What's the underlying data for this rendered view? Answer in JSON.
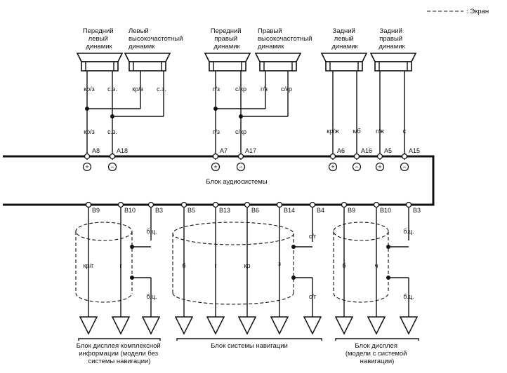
{
  "legend": {
    "line": "--------",
    "label": ": Экран"
  },
  "speakers": [
    {
      "label": [
        "Передний",
        "левый",
        "динамик"
      ]
    },
    {
      "label": [
        "Левый",
        "высокочастотный",
        "динамик"
      ]
    },
    {
      "label": [
        "Передний",
        "правый",
        "динамик"
      ]
    },
    {
      "label": [
        "Правый",
        "высокочастотный",
        "динамик"
      ]
    },
    {
      "label": [
        "Задний",
        "левый",
        "динамик"
      ]
    },
    {
      "label": [
        "Задний",
        "правый",
        "динамик"
      ]
    }
  ],
  "upper_wires": {
    "top": [
      "кр/з",
      "с.з.",
      "кр/з",
      "с.з.",
      "г/з",
      "с/кр",
      "г/з",
      "с/кр",
      "кр/ж",
      "к/б",
      "г/ж",
      "с"
    ],
    "bottom": [
      "кр/з",
      "с.з.",
      "г/з",
      "с/кр"
    ]
  },
  "audio_pins": [
    "A8",
    "A18",
    "A7",
    "A17",
    "A6",
    "A16",
    "A5",
    "A15"
  ],
  "polarity": [
    "+",
    "−",
    "+",
    "−",
    "+",
    "−",
    "+",
    "−"
  ],
  "audio_unit_label": "Блок аудиосистемы",
  "lower_pins": [
    "B9",
    "B10",
    "B3",
    "B5",
    "B13",
    "B6",
    "B14",
    "B4",
    "B9",
    "B10",
    "B3"
  ],
  "lower_wires": {
    "group1": [
      "кр/г",
      "г",
      "б.ц.",
      "б.ц."
    ],
    "group2": [
      "б",
      "г",
      "кр",
      "з",
      "с/г",
      "с/г"
    ],
    "group3": [
      "б",
      "ч",
      "б.ц.",
      "б.ц."
    ]
  },
  "blocks": [
    {
      "label": [
        "Блок дисплея комплексной",
        "информации (модели без",
        "системы навигации)"
      ]
    },
    {
      "label": [
        "Блок системы навигации"
      ]
    },
    {
      "label": [
        "Блок дисплея",
        "(модели с системой",
        "навигации)"
      ]
    }
  ]
}
